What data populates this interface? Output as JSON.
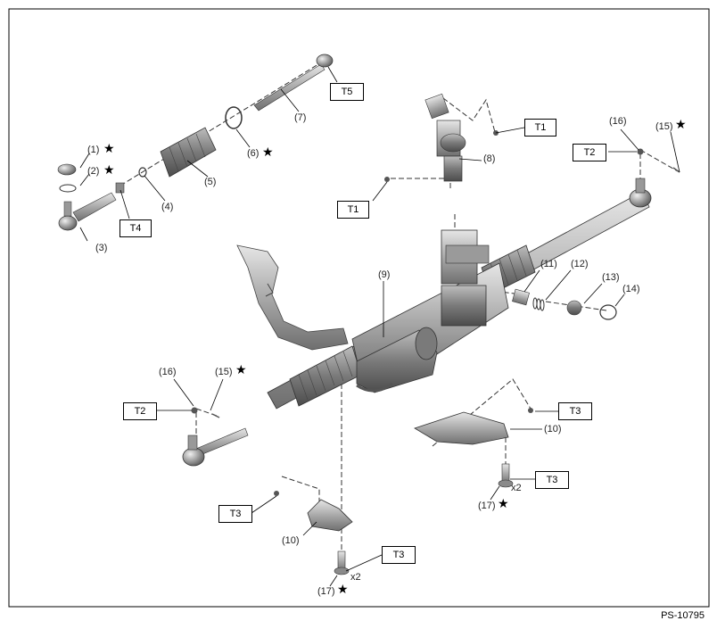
{
  "parts": {
    "p1": "(1)",
    "p2": "(2)",
    "p3": "(3)",
    "p4": "(4)",
    "p5": "(5)",
    "p6": "(6)",
    "p7": "(7)",
    "p8": "(8)",
    "p9": "(9)",
    "p10": "(10)",
    "p11": "(11)",
    "p12": "(12)",
    "p13": "(13)",
    "p14": "(14)",
    "p15": "(15)",
    "p16": "(16)",
    "p17": "(17)"
  },
  "torque": {
    "t1": "T1",
    "t2": "T2",
    "t3": "T3",
    "t4": "T4",
    "t5": "T5"
  },
  "qty": "x2",
  "star": "★",
  "reference_code": "PS-10795"
}
